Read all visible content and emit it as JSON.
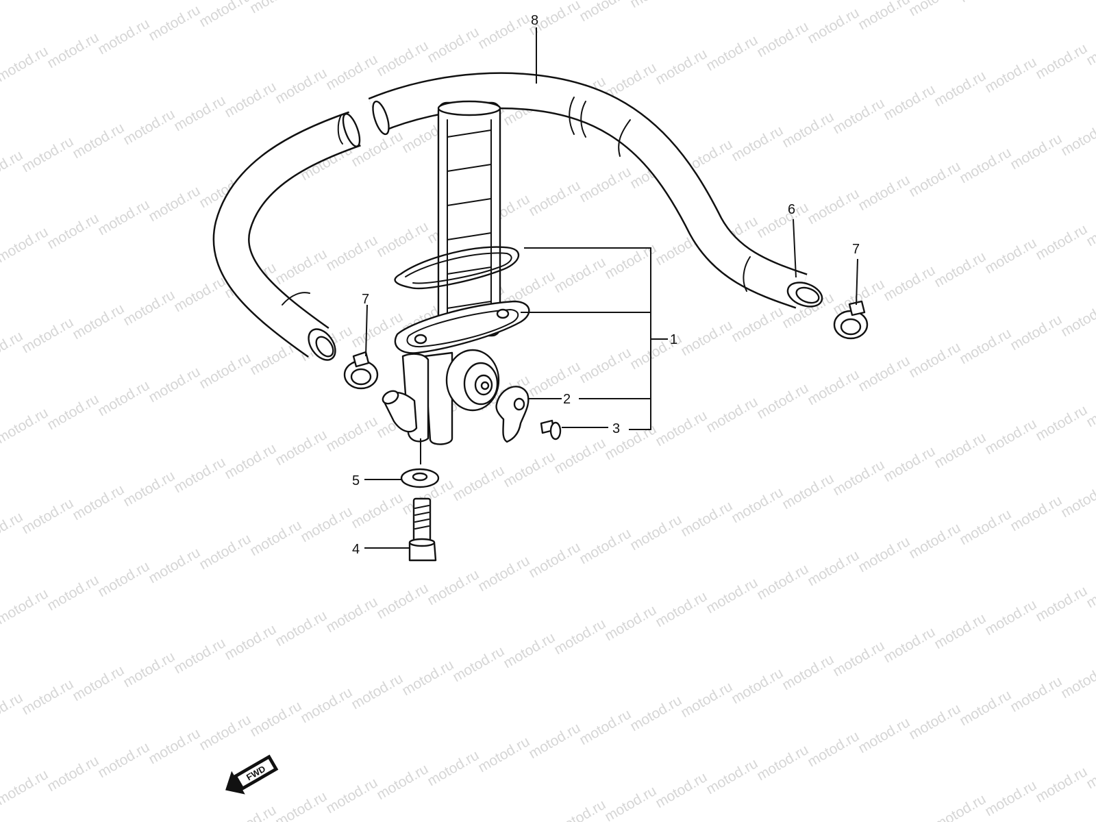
{
  "watermark": {
    "text": "motod.ru",
    "color": "#d6d6d6"
  },
  "callouts": [
    {
      "id": "1",
      "label": "1"
    },
    {
      "id": "2",
      "label": "2"
    },
    {
      "id": "3",
      "label": "3"
    },
    {
      "id": "4",
      "label": "4"
    },
    {
      "id": "5",
      "label": "5"
    },
    {
      "id": "6",
      "label": "6"
    },
    {
      "id": "7a",
      "label": "7"
    },
    {
      "id": "7b",
      "label": "7"
    },
    {
      "id": "8",
      "label": "8"
    }
  ],
  "direction_arrow": {
    "label": "FWD",
    "icon": "fwd-arrow-icon"
  }
}
